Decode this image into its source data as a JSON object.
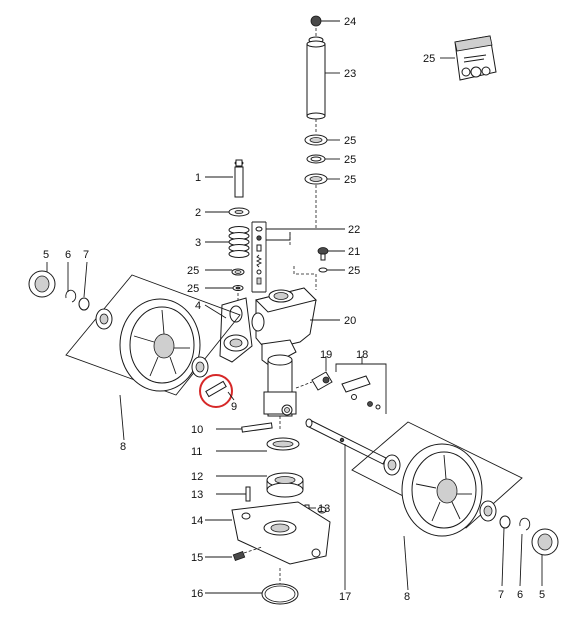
{
  "colors": {
    "line": "#1a1a1a",
    "highlight": "#d62828",
    "background": "#ffffff"
  },
  "callouts": [
    {
      "id": "c24",
      "label": "24"
    },
    {
      "id": "c23",
      "label": "23"
    },
    {
      "id": "c25a",
      "label": "25"
    },
    {
      "id": "c25b",
      "label": "25"
    },
    {
      "id": "c25c",
      "label": "25"
    },
    {
      "id": "c25top",
      "label": "25"
    },
    {
      "id": "c1",
      "label": "1"
    },
    {
      "id": "c2",
      "label": "2"
    },
    {
      "id": "c3",
      "label": "3"
    },
    {
      "id": "c22",
      "label": "22"
    },
    {
      "id": "c21",
      "label": "21"
    },
    {
      "id": "c25d",
      "label": "25"
    },
    {
      "id": "c25e",
      "label": "25"
    },
    {
      "id": "c25f",
      "label": "25"
    },
    {
      "id": "c4",
      "label": "4"
    },
    {
      "id": "c20",
      "label": "20"
    },
    {
      "id": "c19",
      "label": "19"
    },
    {
      "id": "c18",
      "label": "18"
    },
    {
      "id": "c5l",
      "label": "5"
    },
    {
      "id": "c6l",
      "label": "6"
    },
    {
      "id": "c7l",
      "label": "7"
    },
    {
      "id": "c9",
      "label": "9"
    },
    {
      "id": "c8l",
      "label": "8"
    },
    {
      "id": "c10",
      "label": "10"
    },
    {
      "id": "c11",
      "label": "11"
    },
    {
      "id": "c12",
      "label": "12"
    },
    {
      "id": "c13l",
      "label": "13"
    },
    {
      "id": "c13r",
      "label": "13"
    },
    {
      "id": "c14",
      "label": "14"
    },
    {
      "id": "c15",
      "label": "15"
    },
    {
      "id": "c16",
      "label": "16"
    },
    {
      "id": "c17",
      "label": "17"
    },
    {
      "id": "c8r",
      "label": "8"
    },
    {
      "id": "c7r",
      "label": "7"
    },
    {
      "id": "c6r",
      "label": "6"
    },
    {
      "id": "c5r",
      "label": "5"
    }
  ]
}
